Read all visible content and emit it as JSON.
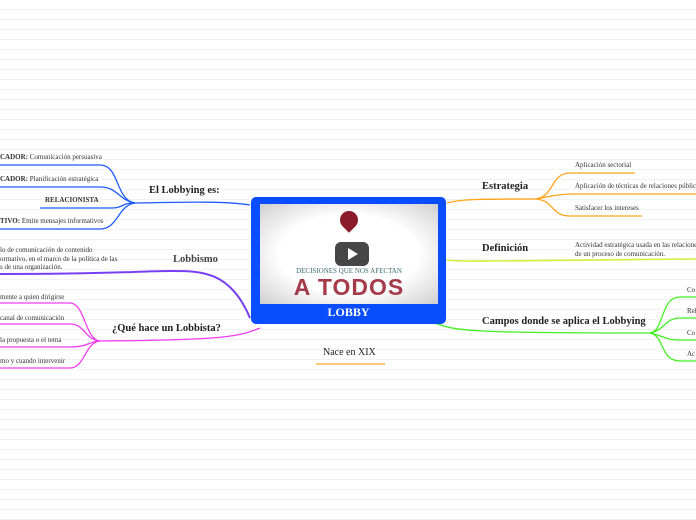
{
  "center": {
    "title": "LOBBY",
    "video_tagline": "DECISIONES QUE NOS AFECTAN",
    "video_headline": "A TODOS"
  },
  "left": {
    "lobbying_es": {
      "title": "El Lobbying es:",
      "items": [
        {
          "bold": "CADOR:",
          "text": " Comunicación persuasiva"
        },
        {
          "bold": "CADOR:",
          "text": " Planificación estratégica"
        },
        {
          "bold": "RELACIONISTA",
          "text": ""
        },
        {
          "bold": "TIVO:",
          "text": " Emite mensajes informativos"
        }
      ]
    },
    "lobbismo": {
      "title": "Lobbismo",
      "text": [
        "lo de comunicación de contenido",
        "ormativo, en el marco de la política de las",
        "s de una organización."
      ]
    },
    "que_hace": {
      "title": "¿Qué hace un Lobbista?",
      "items": [
        "mente a quien dirigirse",
        "canal de comunicación",
        "la propuesta o el tema",
        "mo y cuando intervenir"
      ]
    }
  },
  "right": {
    "estrategia": {
      "title": "Estrategia",
      "items": [
        "Aplicación sectorial",
        "Aplicación de técnicas de relaciones públic",
        "Satisfacer los intereses"
      ]
    },
    "definicion": {
      "title": "Definición",
      "text": [
        "Actividad estratégica usada en las relacione",
        "de un  proceso de comunicación."
      ]
    },
    "campos": {
      "title": "Campos donde se aplica el Lobbying",
      "items": [
        "Co",
        "Rel",
        "Co",
        "Ac"
      ]
    }
  },
  "bottom": {
    "title": "Nace en XIX"
  },
  "colors": {
    "blue": "#1f5cff",
    "purple": "#7b3ff2",
    "magenta": "#f03cf0",
    "orange": "#ffa31a",
    "lime": "#d4f03a",
    "green": "#44ee22",
    "nace": "#f5a623"
  }
}
